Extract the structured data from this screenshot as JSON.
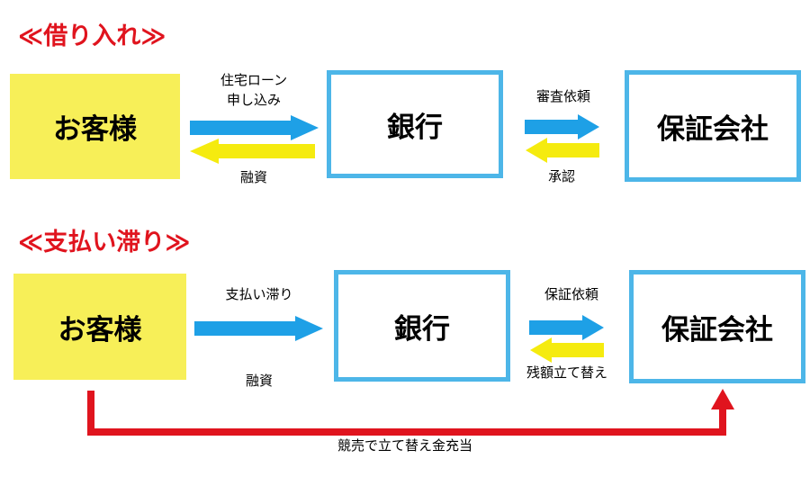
{
  "colors": {
    "title_red": "#e0141e",
    "customer_fill": "#f7ef58",
    "box_border": "#4db6e8",
    "arrow_blue": "#1ea0e6",
    "arrow_yellow": "#f5eb0f",
    "arrow_red": "#e0141e"
  },
  "section1": {
    "title": "≪借り入れ≫",
    "customer": "お客様",
    "bank": "銀行",
    "guarantor": "保証会社",
    "arrow_to_bank_label_line1": "住宅ローン",
    "arrow_to_bank_label_line2": "申し込み",
    "arrow_to_customer_label": "融資",
    "arrow_to_guarantor_label": "審査依頼",
    "arrow_from_guarantor_label": "承認"
  },
  "section2": {
    "title": "≪支払い滞り≫",
    "customer": "お客様",
    "bank": "銀行",
    "guarantor": "保証会社",
    "arrow_to_bank_label": "支払い滞り",
    "loan_label": "融資",
    "arrow_to_guarantor_label": "保証依頼",
    "arrow_from_guarantor_label": "残額立て替え",
    "bottom_arrow_label": "競売で立て替え金充当"
  }
}
